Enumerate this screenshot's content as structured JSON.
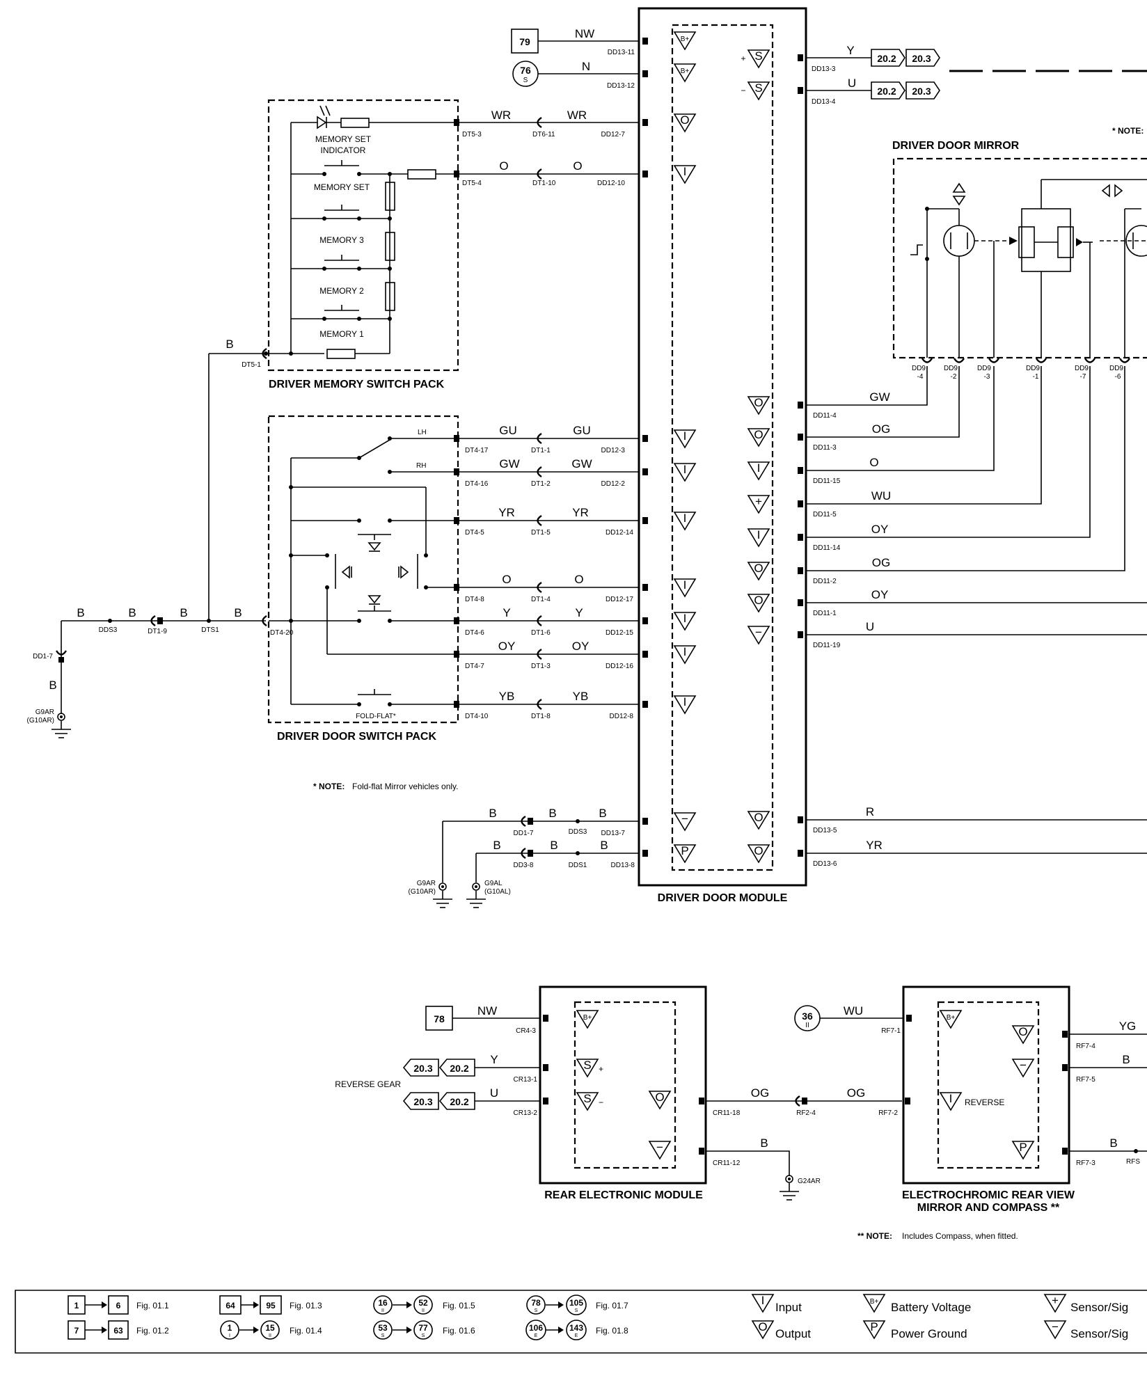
{
  "components": {
    "driver_door_module": "DRIVER DOOR MODULE",
    "driver_memory_switch_pack": "DRIVER MEMORY SWITCH PACK",
    "driver_door_switch_pack": "DRIVER DOOR SWITCH PACK",
    "driver_door_mirror": "DRIVER DOOR MIRROR",
    "rear_electronic_module": "REAR ELECTRONIC MODULE",
    "ec_mirror_line1": "ELECTROCHROMIC REAR VIEW",
    "ec_mirror_line2": "MIRROR AND COMPASS **"
  },
  "switches": {
    "memory_set_indicator_1": "MEMORY SET",
    "memory_set_indicator_2": "INDICATOR",
    "memory_set": "MEMORY SET",
    "memory_3": "MEMORY 3",
    "memory_2": "MEMORY 2",
    "memory_1": "MEMORY 1",
    "lh": "LH",
    "rh": "RH",
    "fold_flat": "FOLD-FLAT*",
    "reverse_gear": "REVERSE GEAR",
    "reverse": "REVERSE"
  },
  "notes": {
    "note_top": "* NOTE:",
    "fold_flat_note_bold": "* NOTE:",
    "fold_flat_note_text": "Fold-flat Mirror vehicles only.",
    "compass_note_bold": "** NOTE:",
    "compass_note_text": "Includes Compass, when fitted."
  },
  "refs": {
    "r79": "79",
    "r76": "76",
    "r76s": "S",
    "r78": "78",
    "r36": "36",
    "r36s": "II",
    "r202": "20.2",
    "r203": "20.3"
  },
  "module_pins": {
    "b_plus": "B+",
    "s": "S",
    "o": "O",
    "i": "I",
    "p": "P",
    "plus": "+",
    "minus": "−"
  },
  "wires": {
    "nw": "NW",
    "n": "N",
    "y": "Y",
    "u": "U",
    "wr": "WR",
    "o": "O",
    "b": "B",
    "gu": "GU",
    "gw": "GW",
    "yr": "YR",
    "oy": "OY",
    "yb": "YB",
    "og": "OG",
    "wu": "WU",
    "r": "R",
    "yg": "YG"
  },
  "connectors": {
    "dd13_11": "DD13-11",
    "dd13_12": "DD13-12",
    "dd13_3": "DD13-3",
    "dd13_4": "DD13-4",
    "dd12_7": "DD12-7",
    "dd12_10": "DD12-10",
    "dt5_3": "DT5-3",
    "dt6_11": "DT6-11",
    "dt5_4": "DT5-4",
    "dt1_10": "DT1-10",
    "dt5_1": "DT5-1",
    "dt4_17": "DT4-17",
    "dt1_1": "DT1-1",
    "dd12_3": "DD12-3",
    "dt4_16": "DT4-16",
    "dt1_2": "DT1-2",
    "dd12_2": "DD12-2",
    "dt4_5": "DT4-5",
    "dt1_5": "DT1-5",
    "dd12_14": "DD12-14",
    "dt4_8": "DT4-8",
    "dt1_4": "DT1-4",
    "dd12_17": "DD12-17",
    "dt4_6": "DT4-6",
    "dt1_6": "DT1-6",
    "dd12_15": "DD12-15",
    "dt4_7": "DT4-7",
    "dt1_3": "DT1-3",
    "dd12_16": "DD12-16",
    "dt4_10": "DT4-10",
    "dt1_8": "DT1-8",
    "dd12_8": "DD12-8",
    "dt4_20": "DT4-20",
    "dts1": "DTS1",
    "dt1_9": "DT1-9",
    "dds3": "DDS3",
    "dd1_7": "DD1-7",
    "g9ar": "G9AR",
    "g10ar": "(G10AR)",
    "g9al": "G9AL",
    "g10al": "(G10AL)",
    "dd11_4": "DD11-4",
    "dd11_3": "DD11-3",
    "dd11_15": "DD11-15",
    "dd11_5": "DD11-5",
    "dd11_14": "DD11-14",
    "dd11_2": "DD11-2",
    "dd11_1": "DD11-1",
    "dd11_19": "DD11-19",
    "dd13_7": "DD13-7",
    "dd13_8": "DD13-8",
    "dd3_8": "DD3-8",
    "dds1": "DDS1",
    "dd13_5": "DD13-5",
    "dd13_6": "DD13-6",
    "dd9": "DD9",
    "n4": "-4",
    "n2": "-2",
    "n3": "-3",
    "n1": "-1",
    "n7": "-7",
    "n6": "-6",
    "cr4_3": "CR4-3",
    "cr13_1": "CR13-1",
    "cr13_2": "CR13-2",
    "cr11_18": "CR11-18",
    "cr11_12": "CR11-12",
    "rf2_4": "RF2-4",
    "rf7_2": "RF7-2",
    "rf7_1": "RF7-1",
    "rf7_4": "RF7-4",
    "rf7_5": "RF7-5",
    "rf7_3": "RF7-3",
    "rfs": "RFS",
    "g24ar": "G24AR"
  },
  "legend": {
    "f1a": "1",
    "f1b": "6",
    "f1": "Fig. 01.1",
    "f2a": "7",
    "f2b": "63",
    "f2": "Fig. 01.2",
    "f3a": "64",
    "f3b": "95",
    "f3": "Fig. 01.3",
    "f4a": "1",
    "f4b": "15",
    "f4s": "II",
    "f4si": "I",
    "f4": "Fig. 01.4",
    "f5a": "16",
    "f5b": "52",
    "f5s": "II",
    "f5": "Fig. 01.5",
    "f6a": "53",
    "f6b": "77",
    "f6s": "S",
    "f6": "Fig. 01.6",
    "f7a": "78",
    "f7b": "105",
    "f7s": "S",
    "f7": "Fig. 01.7",
    "f8a": "106",
    "f8b": "143",
    "f8s": "E",
    "f8": "Fig. 01.8",
    "input": "Input",
    "output": "Output",
    "battery_voltage": "Battery Voltage",
    "power_ground": "Power Ground",
    "sensor_sig_1": "Sensor/Sig",
    "sensor_sig_2": "Sensor/Sig"
  }
}
